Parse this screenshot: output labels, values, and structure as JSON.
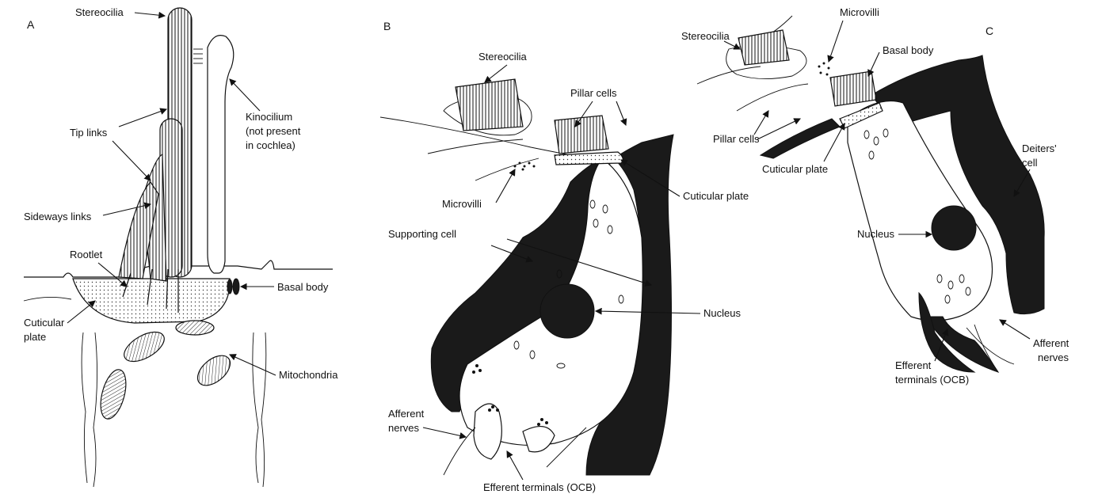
{
  "panel_a": {
    "letter": "A",
    "labels": {
      "stereocilia": "Stereocilia",
      "kinocilium_1": "Kinocilium",
      "kinocilium_2": "(not present",
      "kinocilium_3": "in cochlea)",
      "tip_links": "Tip links",
      "sideways_links": "Sideways links",
      "rootlet": "Rootlet",
      "basal_body": "Basal body",
      "cuticular_plate_1": "Cuticular",
      "cuticular_plate_2": "plate",
      "mitochondria": "Mitochondria"
    }
  },
  "panel_b": {
    "letter": "B",
    "labels": {
      "stereocilia": "Stereocilia",
      "pillar_cells": "Pillar cells",
      "microvilli": "Microvilli",
      "cuticular_plate": "Cuticular plate",
      "supporting_cell": "Supporting cell",
      "nucleus": "Nucleus",
      "afferent_nerves_1": "Afferent",
      "afferent_nerves_2": "nerves",
      "efferent_terminals": "Efferent terminals (OCB)"
    }
  },
  "panel_c": {
    "letter": "C",
    "labels": {
      "stereocilia": "Stereocilia",
      "microvilli": "Microvilli",
      "basal_body": "Basal body",
      "pillar_cells": "Pillar cells",
      "cuticular_plate": "Cuticular plate",
      "deiters_cell_1": "Deiters'",
      "deiters_cell_2": "cell",
      "nucleus": "Nucleus",
      "afferent_nerves_1": "Afferent",
      "afferent_nerves_2": "nerves",
      "efferent_terminals_1": "Efferent",
      "efferent_terminals_2": "terminals (OCB)"
    }
  }
}
